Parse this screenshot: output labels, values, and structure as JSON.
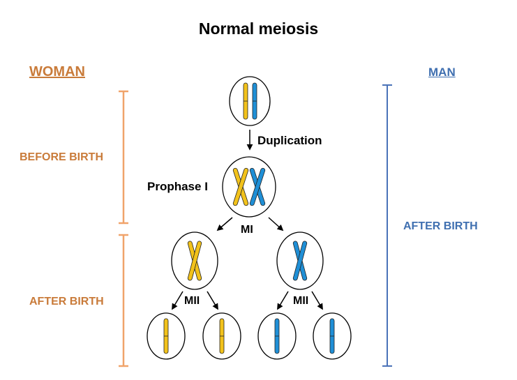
{
  "title": "Normal meiosis",
  "left_label": "WOMAN",
  "right_label": "MAN",
  "woman_before": "BEFORE BIRTH",
  "woman_after": "AFTER BIRTH",
  "man_after": "AFTER BIRTH",
  "steps": {
    "duplication": "Duplication",
    "prophase": "Prophase I",
    "mi": "MI",
    "mii_left": "MII",
    "mii_right": "MII"
  },
  "colors": {
    "woman": "#c97b3a",
    "woman_bar": "#f0a36a",
    "man": "#3f6fb0",
    "man_bar": "#4a72b8",
    "yellow_chromosome": "#f2c21b",
    "blue_chromosome": "#1f8fd6"
  }
}
